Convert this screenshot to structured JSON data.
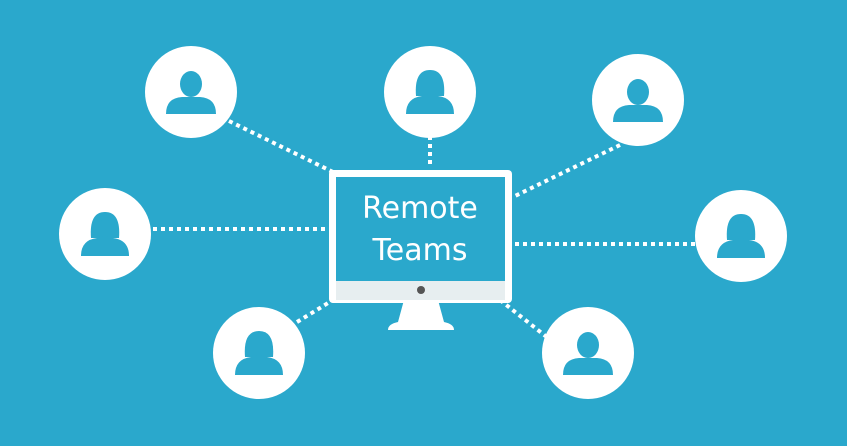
{
  "monitor": {
    "line1": "Remote",
    "line2": "Teams"
  },
  "colors": {
    "background": "#2aa8cc",
    "circle": "#ffffff",
    "person": "#2aa8cc",
    "connector": "#ffffff",
    "screen": "#2aa8cc",
    "bezel": "#ffffff",
    "stand": "#ffffff"
  },
  "icons": {
    "person": "person-icon",
    "monitor": "monitor-icon"
  },
  "people": [
    {
      "name": "person-top-left",
      "variant": "male"
    },
    {
      "name": "person-top-center",
      "variant": "female"
    },
    {
      "name": "person-top-right",
      "variant": "male"
    },
    {
      "name": "person-middle-left",
      "variant": "female"
    },
    {
      "name": "person-middle-right",
      "variant": "female"
    },
    {
      "name": "person-bottom-left",
      "variant": "female"
    },
    {
      "name": "person-bottom-right",
      "variant": "male"
    }
  ]
}
